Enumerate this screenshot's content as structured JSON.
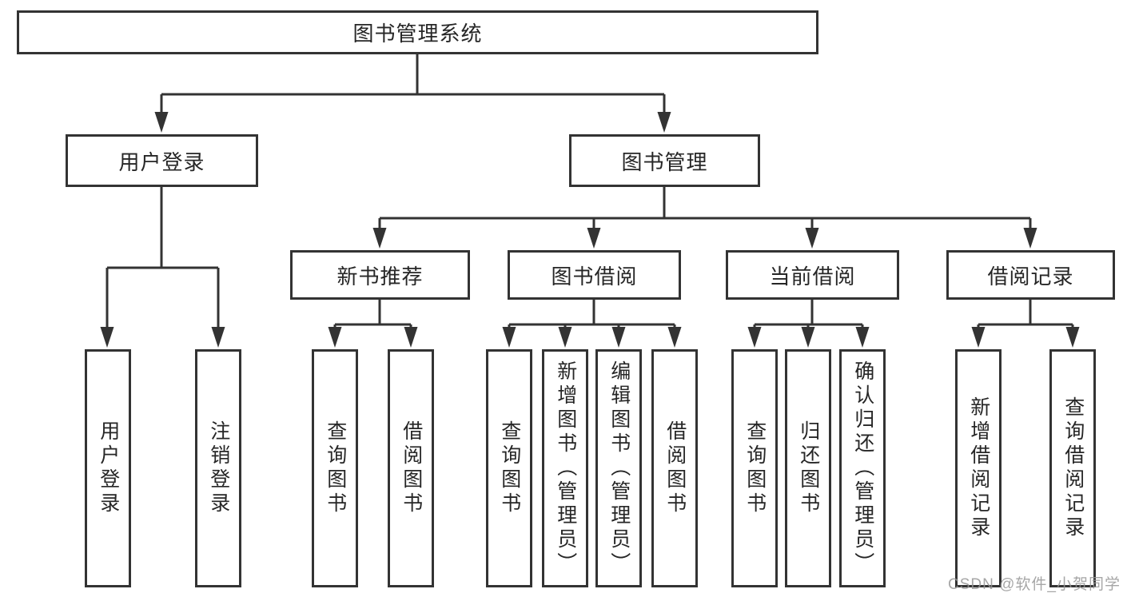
{
  "tree": {
    "root": {
      "label": "图书管理系统"
    },
    "level2": [
      {
        "label": "用户登录",
        "parent": "图书管理系统"
      },
      {
        "label": "图书管理",
        "parent": "图书管理系统"
      }
    ],
    "level3": [
      {
        "label": "新书推荐",
        "parent": "图书管理"
      },
      {
        "label": "图书借阅",
        "parent": "图书管理"
      },
      {
        "label": "当前借阅",
        "parent": "图书管理"
      },
      {
        "label": "借阅记录",
        "parent": "图书管理"
      }
    ],
    "leaves": [
      {
        "label": "用户登录",
        "parent": "用户登录"
      },
      {
        "label": "注销登录",
        "parent": "用户登录"
      },
      {
        "label": "查询图书",
        "parent": "新书推荐"
      },
      {
        "label": "借阅图书",
        "parent": "新书推荐"
      },
      {
        "label": "查询图书",
        "parent": "图书借阅"
      },
      {
        "label": "新增图书（管理员）",
        "parent": "图书借阅"
      },
      {
        "label": "编辑图书（管理员）",
        "parent": "图书借阅"
      },
      {
        "label": "借阅图书",
        "parent": "图书借阅"
      },
      {
        "label": "查询图书",
        "parent": "当前借阅"
      },
      {
        "label": "归还图书",
        "parent": "当前借阅"
      },
      {
        "label": "确认归还（管理员）",
        "parent": "当前借阅"
      },
      {
        "label": "新增借阅记录",
        "parent": "借阅记录"
      },
      {
        "label": "查询借阅记录",
        "parent": "借阅记录"
      }
    ]
  },
  "watermark": {
    "text": "CSDN @软件_小贺同学"
  },
  "colors": {
    "line": "#333333",
    "box_border": "#333333",
    "text": "#262626",
    "watermark": "#969696",
    "background": "#ffffff"
  }
}
